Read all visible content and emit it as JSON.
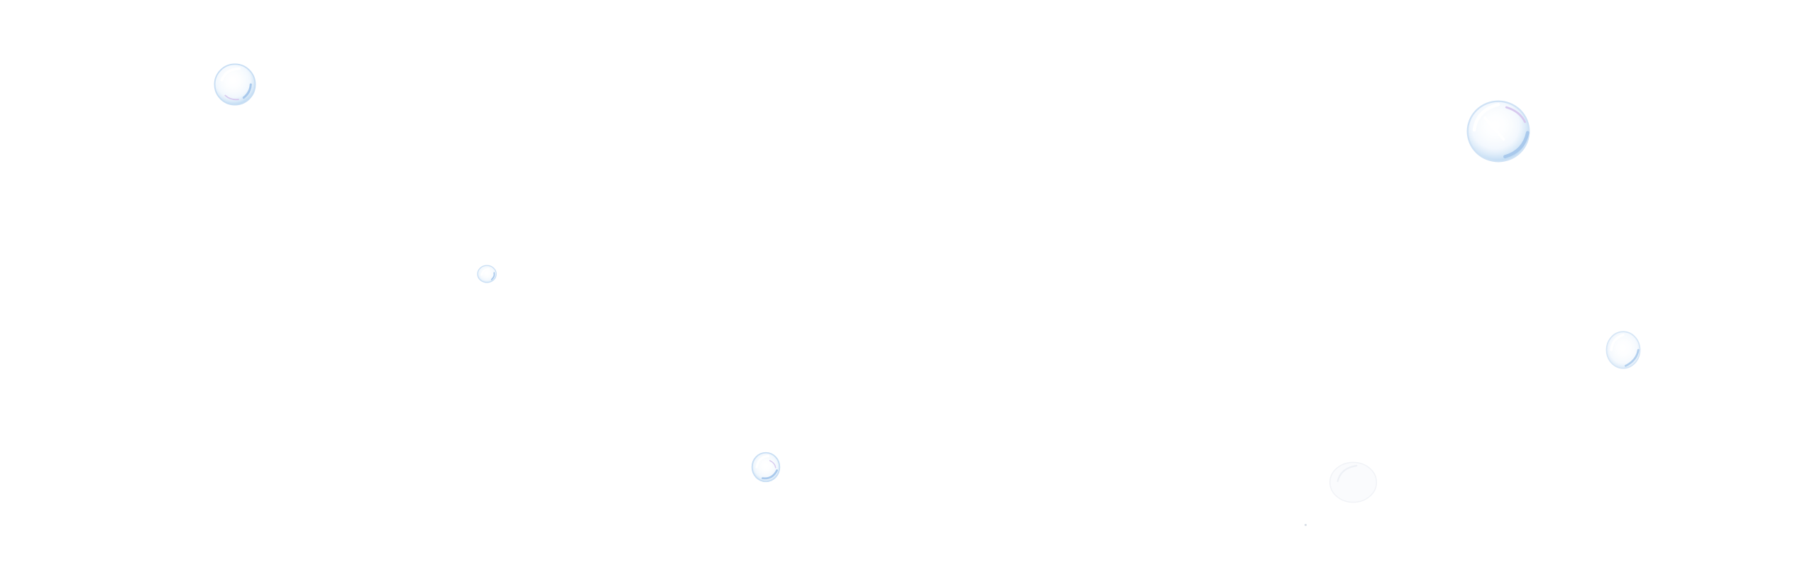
{
  "palette": {
    "background": "#ffffff",
    "bubble_blue": "#b9d7f2",
    "bubble_light": "#e9f3fc",
    "bubble_violet": "#d8c9ef",
    "bubble_faint": "#f2f4f8"
  },
  "bubbles": [
    {
      "name": "soap-bubble-top-left",
      "icon": "bubble-icon"
    },
    {
      "name": "soap-bubble-small-left",
      "icon": "bubble-icon"
    },
    {
      "name": "soap-bubble-bottom-center",
      "icon": "bubble-icon"
    },
    {
      "name": "soap-bubble-top-right",
      "icon": "bubble-icon"
    },
    {
      "name": "soap-bubble-right",
      "icon": "bubble-icon"
    },
    {
      "name": "soap-bubble-faint-bottom-right",
      "icon": "bubble-icon"
    }
  ]
}
